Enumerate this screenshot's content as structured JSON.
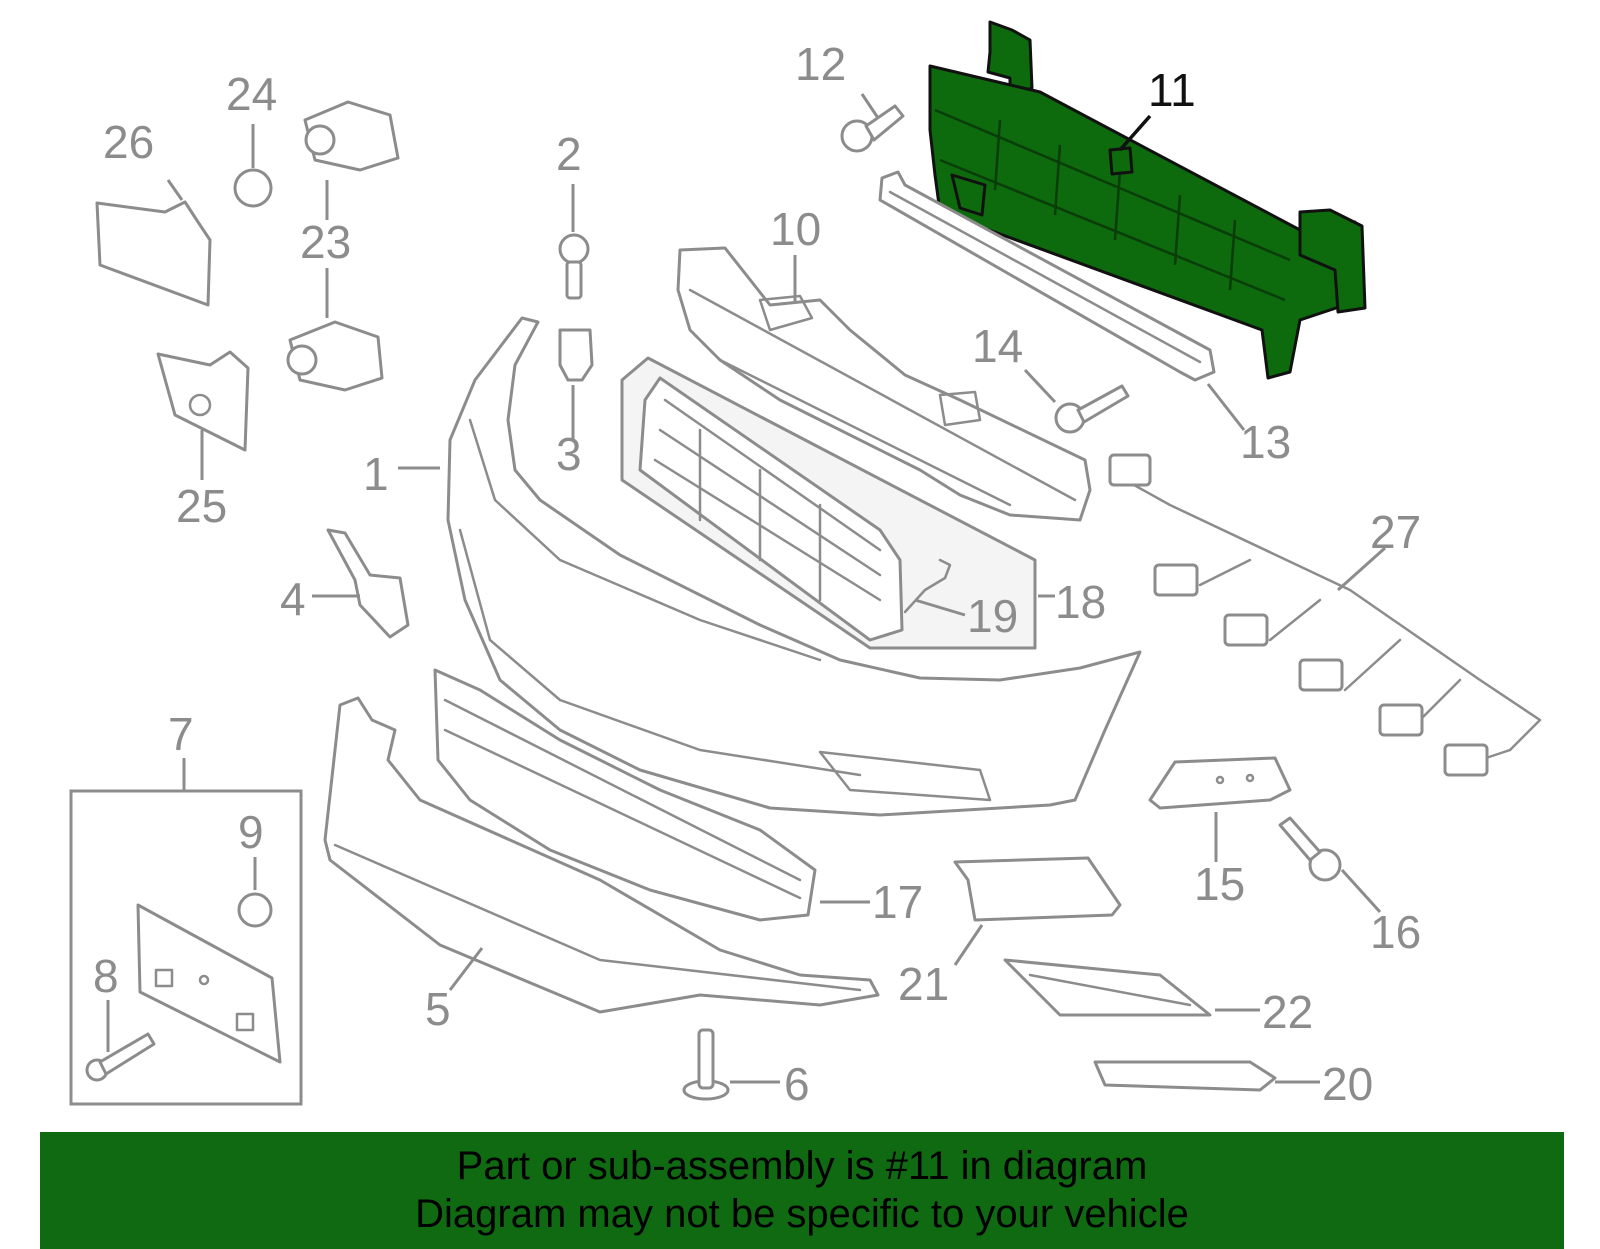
{
  "diagram": {
    "callouts": [
      {
        "id": "1",
        "label": "1"
      },
      {
        "id": "2",
        "label": "2"
      },
      {
        "id": "3",
        "label": "3"
      },
      {
        "id": "4",
        "label": "4"
      },
      {
        "id": "5",
        "label": "5"
      },
      {
        "id": "6",
        "label": "6"
      },
      {
        "id": "7",
        "label": "7"
      },
      {
        "id": "8",
        "label": "8"
      },
      {
        "id": "9",
        "label": "9"
      },
      {
        "id": "10",
        "label": "10"
      },
      {
        "id": "11",
        "label": "11"
      },
      {
        "id": "12",
        "label": "12"
      },
      {
        "id": "13",
        "label": "13"
      },
      {
        "id": "14",
        "label": "14"
      },
      {
        "id": "15",
        "label": "15"
      },
      {
        "id": "16",
        "label": "16"
      },
      {
        "id": "17",
        "label": "17"
      },
      {
        "id": "18",
        "label": "18"
      },
      {
        "id": "19",
        "label": "19"
      },
      {
        "id": "20",
        "label": "20"
      },
      {
        "id": "21",
        "label": "21"
      },
      {
        "id": "22",
        "label": "22"
      },
      {
        "id": "23",
        "label": "23"
      },
      {
        "id": "24",
        "label": "24"
      },
      {
        "id": "25",
        "label": "25"
      },
      {
        "id": "26",
        "label": "26"
      },
      {
        "id": "27",
        "label": "27"
      }
    ],
    "highlighted_part": "11",
    "colors": {
      "highlight": "#0d6a0d",
      "outline": "#8c8c8c",
      "banner": "#0f6a12"
    }
  },
  "banner": {
    "line1": "Part or sub-assembly is #11 in diagram",
    "line2": "Diagram may not be specific to your vehicle"
  }
}
